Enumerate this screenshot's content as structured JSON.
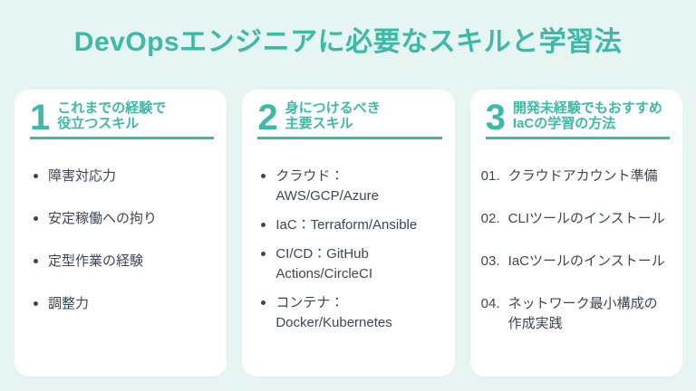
{
  "title": "DevOpsエンジニアに必要なスキルと学習法",
  "colors": {
    "background": "#e6f5f2",
    "card_background": "#ffffff",
    "accent_teal": "#3db9a7",
    "text_dark": "#3b4657"
  },
  "cards": [
    {
      "number": "1",
      "title": "これまでの経験で\n役立つスキル",
      "list_style": "bullet",
      "items": [
        "障害対応力",
        "安定稼働への拘り",
        "定型作業の経験",
        "調整力"
      ]
    },
    {
      "number": "2",
      "title": "身につけるべき\n主要スキル",
      "list_style": "bullet",
      "items": [
        "クラウド：\nAWS/GCP/Azure",
        "IaC：Terraform/Ansible",
        "CI/CD：GitHub\nActions/CircleCI",
        "コンテナ：\nDocker/Kubernetes"
      ]
    },
    {
      "number": "3",
      "title": "開発未経験でもおすすめ\nIaCの学習の方法",
      "list_style": "numbered",
      "items": [
        {
          "no": "01.",
          "text": "クラウドアカウント準備"
        },
        {
          "no": "02.",
          "text": "CLIツールのインストール"
        },
        {
          "no": "03.",
          "text": "IaCツールのインストール"
        },
        {
          "no": "04.",
          "text": "ネットワーク最小構成の\n作成実践"
        }
      ]
    }
  ]
}
